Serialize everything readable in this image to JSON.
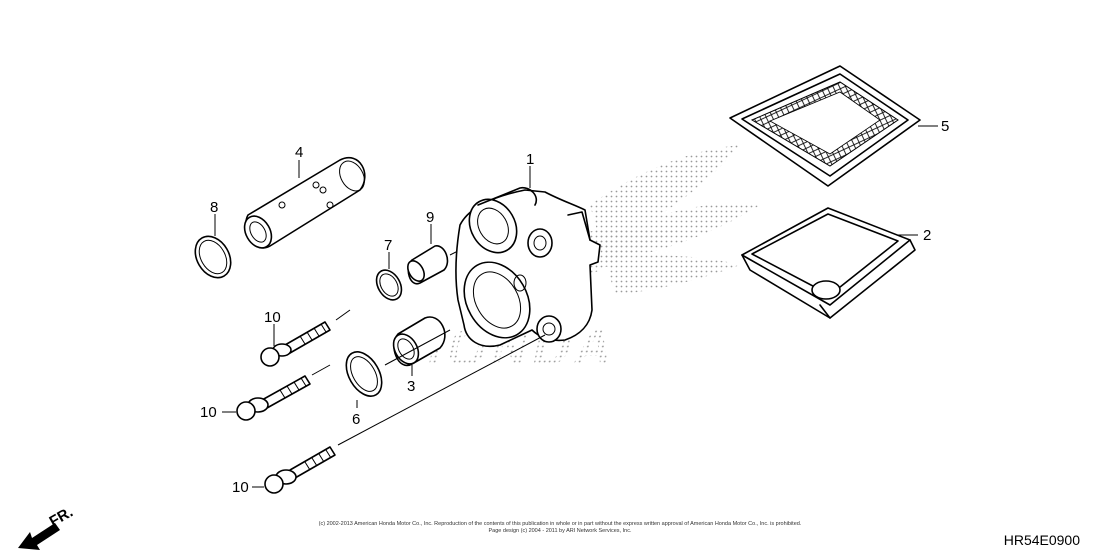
{
  "diagram": {
    "code": "HR54E0900",
    "copyright_line1": "(c) 2002-2013 American Honda Motor Co., Inc. Reproduction of the contents of this publication in whole or in part without the express written approval of American Honda Motor Co., Inc. is prohibited.",
    "copyright_line2": "Page design (c) 2004 - 2011 by ARI Network Services, Inc.",
    "watermark_text": "HONDA",
    "direction_label": "FR.",
    "callouts": {
      "c1": "1",
      "c2": "2",
      "c3": "3",
      "c4": "4",
      "c5": "5",
      "c6": "6",
      "c7": "7",
      "c8": "8",
      "c9": "9",
      "c10a": "10",
      "c10b": "10",
      "c10c": "10"
    }
  }
}
